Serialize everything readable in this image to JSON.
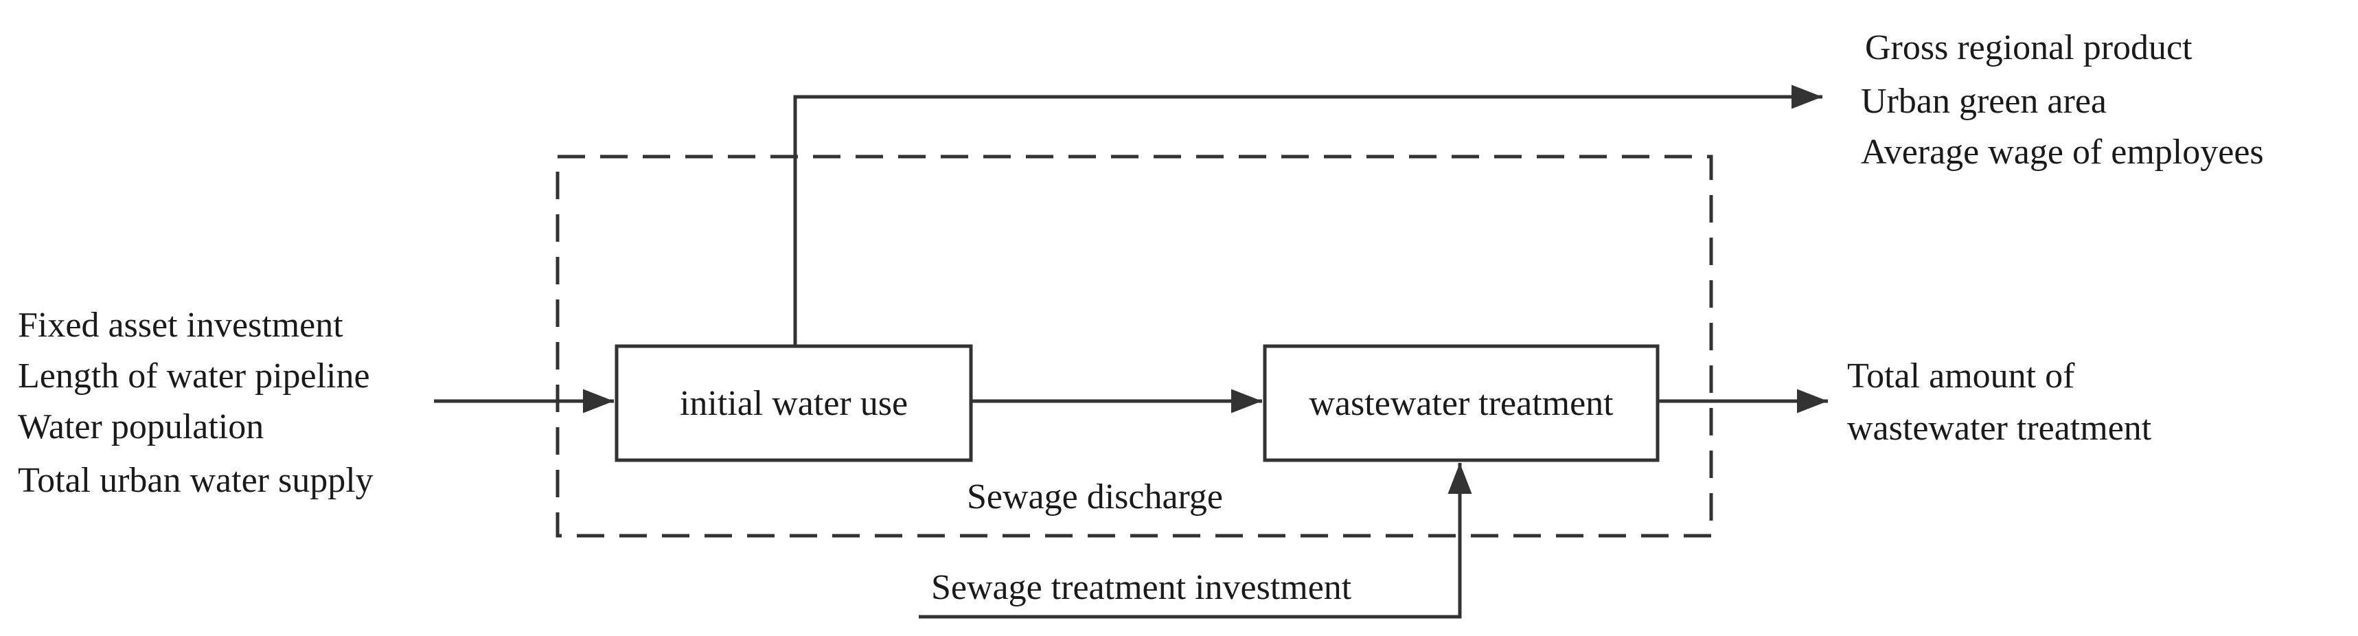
{
  "inputs": {
    "items": [
      "Fixed asset investment",
      "Length of water pipeline",
      "Water population",
      "Total urban water supply"
    ]
  },
  "outputs_top": {
    "items": [
      "Gross regional product",
      "Urban green area",
      "Average wage of employees"
    ]
  },
  "stage1": {
    "label": "initial water use"
  },
  "stage2": {
    "label": "wastewater treatment"
  },
  "intermediate": {
    "label": "Sewage discharge"
  },
  "extra_input": {
    "label": "Sewage treatment investment"
  },
  "final_output": {
    "line1": "Total amount of",
    "line2": "wastewater treatment"
  },
  "colors": {
    "stroke": "#333333",
    "text": "#1a1a1a",
    "background": "#ffffff"
  }
}
